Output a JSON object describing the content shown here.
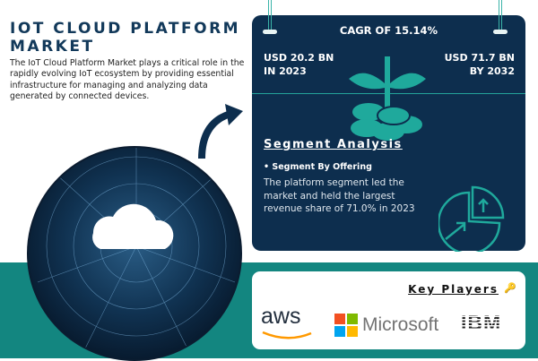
{
  "header": {
    "title_line1": "IOT CLOUD PLATFORM",
    "title_line2": "MARKET",
    "description": "The IoT Cloud Platform Market plays a critical role in the rapidly evolving IoT ecosystem by providing essential infrastructure for managing and analyzing data generated by connected devices."
  },
  "stats": {
    "cagr": "CAGR OF 15.14%",
    "start_line1": "USD 20.2 BN",
    "start_line2": "IN 2023",
    "end_line1": "USD 71.7 BN",
    "end_line2": "BY 2032"
  },
  "segment": {
    "heading": "Segment Analysis",
    "subheading": "• Segment By Offering",
    "text": "The platform segment led the market and held the largest revenue share of 71.0% in 2023"
  },
  "key_players": {
    "heading": "Key Players",
    "players": [
      "aws",
      "Microsoft",
      "IBM"
    ]
  },
  "colors": {
    "navy": "#0d2e4e",
    "teal": "#138680",
    "accent": "#1fa99c"
  }
}
